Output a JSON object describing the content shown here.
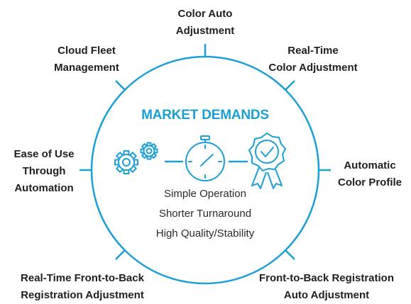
{
  "center": {
    "title": "MARKET DEMANDS",
    "benefits": [
      "Simple Operation",
      "Shorter Turnaround",
      "High Quality/Stability"
    ]
  },
  "demands": [
    {
      "id": "color-auto-adjustment",
      "lines": [
        "Color Auto",
        "Adjustment"
      ]
    },
    {
      "id": "real-time-color-adjustment",
      "lines": [
        "Real-Time",
        "Color Adjustment"
      ]
    },
    {
      "id": "automatic-color-profile",
      "lines": [
        "Automatic",
        "Color Profile"
      ]
    },
    {
      "id": "front-to-back-registration-auto-adjustment",
      "lines": [
        "Front-to-Back Registration",
        "Auto Adjustment"
      ]
    },
    {
      "id": "real-time-front-to-back-registration-adjustment",
      "lines": [
        "Real-Time Front-to-Back",
        "Registration Adjustment"
      ]
    },
    {
      "id": "ease-of-use-through-automation",
      "lines": [
        "Ease of Use",
        "Through",
        "Automation"
      ]
    },
    {
      "id": "cloud-fleet-management",
      "lines": [
        "Cloud Fleet",
        "Management"
      ]
    }
  ],
  "icons": [
    "gears-icon",
    "stopwatch-icon",
    "award-ribbon-icon"
  ],
  "colors": {
    "accent": "#1a9fd6",
    "text": "#1f1f1f"
  }
}
